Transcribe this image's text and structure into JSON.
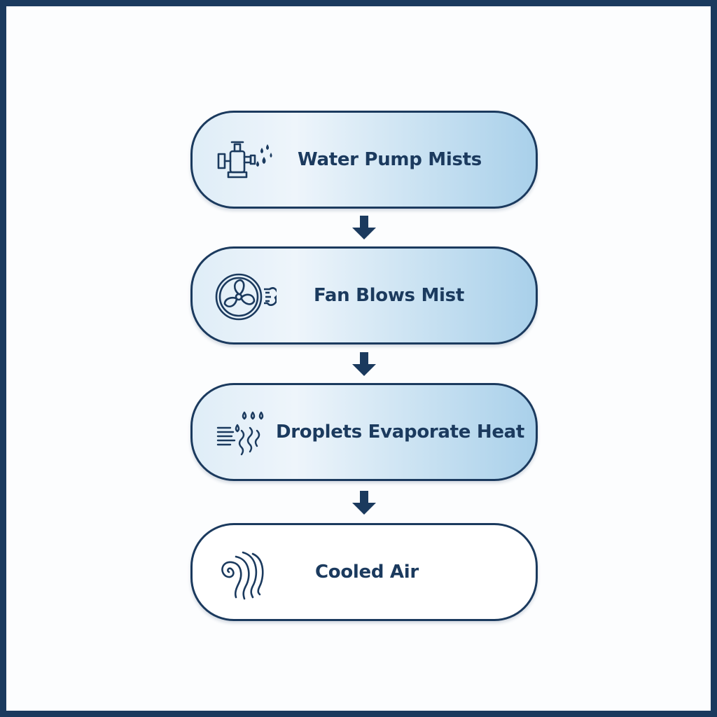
{
  "flow": {
    "steps": [
      {
        "label": "Water Pump Mists",
        "icon": "water-pump-icon"
      },
      {
        "label": "Fan Blows Mist",
        "icon": "fan-icon"
      },
      {
        "label": "Droplets Evaporate Heat",
        "icon": "droplets-evaporate-icon"
      },
      {
        "label": "Cooled Air",
        "icon": "cooled-air-icon"
      }
    ]
  },
  "colors": {
    "frame": "#1b3a5e",
    "stroke": "#1b3a5e",
    "fill_light": "#dfedf7",
    "fill_dark": "#a9d0ea",
    "arrow": "#1b3a5e"
  }
}
